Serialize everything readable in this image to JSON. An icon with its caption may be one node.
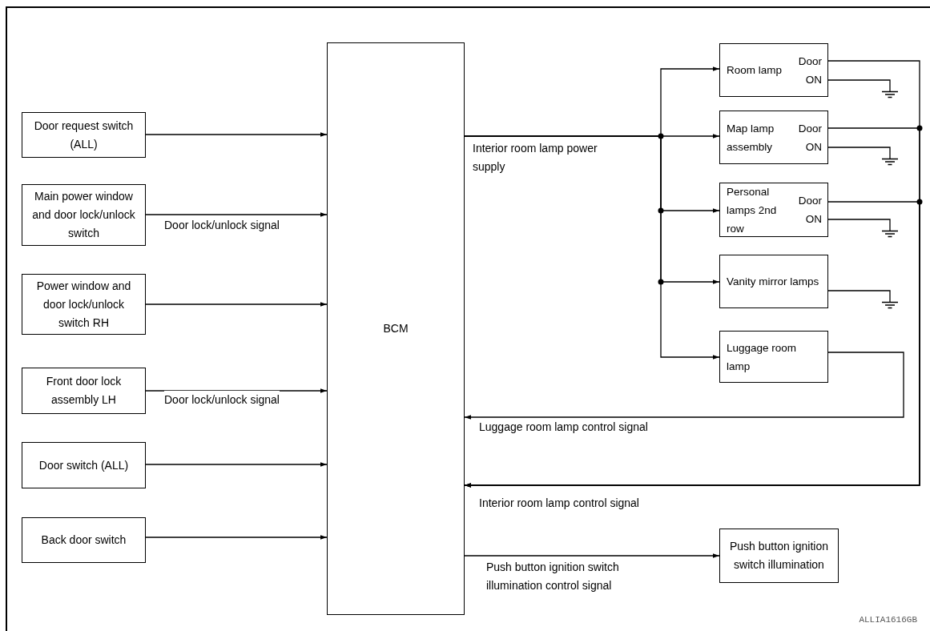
{
  "diagram": {
    "nodes": [
      {
        "text": [
          "Door request switch (ALL)"
        ]
      },
      {
        "text": [
          "Main power window and door lock/unlock switch"
        ]
      },
      {
        "text": [
          "Power window and door lock/unlock switch RH"
        ]
      },
      {
        "text": [
          "Front door lock assembly LH"
        ]
      },
      {
        "text": [
          "Door switch (ALL)"
        ]
      },
      {
        "text": [
          "Back door switch"
        ]
      },
      {
        "text": [
          "BCM"
        ]
      },
      {
        "text": [
          "Room lamp",
          "Door ON"
        ]
      },
      {
        "text": [
          "Map lamp assembly",
          "Door ON"
        ]
      },
      {
        "text": [
          "Personal lamps 2nd row",
          "Door ON"
        ]
      },
      {
        "text": [
          "Vanity mirror lamps"
        ]
      },
      {
        "text": [
          "Luggage room lamp"
        ]
      },
      {
        "text": [
          "Push button ignition switch illumination"
        ]
      },
      {
        "text": [],
        "shape": "ground"
      },
      {
        "text": [],
        "shape": "ground"
      },
      {
        "text": [],
        "shape": "ground"
      },
      {
        "text": [],
        "shape": "ground"
      }
    ],
    "edges": [
      {
        "from": 0,
        "to": 6,
        "arrow": "to"
      },
      {
        "from": 1,
        "to": 6,
        "arrow": "to",
        "label": "Door lock/unlock signal"
      },
      {
        "from": 2,
        "to": 6,
        "arrow": "to"
      },
      {
        "from": 3,
        "to": 6,
        "arrow": "to",
        "label": "Door lock/unlock signal"
      },
      {
        "from": 4,
        "to": 6,
        "arrow": "to"
      },
      {
        "from": 5,
        "to": 6,
        "arrow": "to"
      },
      {
        "from": 6,
        "to": 7,
        "arrow": "to"
      },
      {
        "from": 6,
        "to": 8,
        "arrow": "to",
        "label": "Interior room lamp power supply"
      },
      {
        "from": 6,
        "to": 9,
        "arrow": "to"
      },
      {
        "from": 6,
        "to": 10,
        "arrow": "to"
      },
      {
        "from": 6,
        "to": 11,
        "arrow": "to"
      },
      {
        "from": 11,
        "to": 6,
        "arrow": "to",
        "label": "Luggage room lamp control signal"
      },
      {
        "from": 7,
        "to": 6,
        "arrow": "to",
        "label": "Interior room lamp control signal"
      },
      {
        "from": 8,
        "to": 6,
        "arrow": "to"
      },
      {
        "from": 9,
        "to": 6,
        "arrow": "to"
      },
      {
        "from": 6,
        "to": 12,
        "arrow": "to",
        "label": "Push button ignition switch illumination control signal"
      },
      {
        "from": 7,
        "to": 13,
        "arrow": "none"
      },
      {
        "from": 8,
        "to": 14,
        "arrow": "none"
      },
      {
        "from": 9,
        "to": 15,
        "arrow": "none"
      },
      {
        "from": 10,
        "to": 16,
        "arrow": "none"
      }
    ],
    "labels": [
      "ALLIA1616GB"
    ]
  }
}
